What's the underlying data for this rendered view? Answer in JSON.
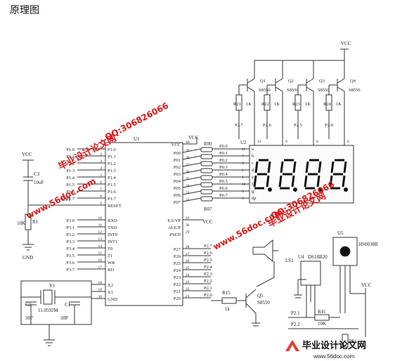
{
  "caption": "原理图",
  "mcu": {
    "ref": "U1",
    "left_pins": [
      {
        "num": "1",
        "name": "P1.0"
      },
      {
        "num": "2",
        "name": "P1.1"
      },
      {
        "num": "3",
        "name": "P1.2"
      },
      {
        "num": "4",
        "name": "P1.3"
      },
      {
        "num": "5",
        "name": "P1.4"
      },
      {
        "num": "6",
        "name": "P1.5"
      },
      {
        "num": "7",
        "name": "P1.6"
      },
      {
        "num": "8",
        "name": "P1.7"
      },
      {
        "num": "9",
        "name": "RESET"
      },
      {
        "num": "10",
        "name": "RXD"
      },
      {
        "num": "11",
        "name": "TXD"
      },
      {
        "num": "12",
        "name": "INT0"
      },
      {
        "num": "13",
        "name": "INT1"
      },
      {
        "num": "14",
        "name": "T0"
      },
      {
        "num": "15",
        "name": "T1"
      },
      {
        "num": "16",
        "name": "WR"
      },
      {
        "num": "17",
        "name": "RD"
      },
      {
        "num": "18",
        "name": "X2"
      },
      {
        "num": "19",
        "name": "X1"
      },
      {
        "num": "20",
        "name": "GND"
      }
    ],
    "right_pins": [
      {
        "num": "40",
        "name": "VCC"
      },
      {
        "num": "39",
        "name": "P00"
      },
      {
        "num": "38",
        "name": "P01"
      },
      {
        "num": "37",
        "name": "P02"
      },
      {
        "num": "36",
        "name": "P03"
      },
      {
        "num": "35",
        "name": "P04"
      },
      {
        "num": "34",
        "name": "P05"
      },
      {
        "num": "33",
        "name": "P06"
      },
      {
        "num": "32",
        "name": "P07"
      },
      {
        "num": "31",
        "name": "EA/VP"
      },
      {
        "num": "30",
        "name": "ALE/P"
      },
      {
        "num": "29",
        "name": "PSEN"
      },
      {
        "num": "28",
        "name": "P27"
      },
      {
        "num": "27",
        "name": "P26"
      },
      {
        "num": "26",
        "name": "P25"
      },
      {
        "num": "25",
        "name": "P24"
      },
      {
        "num": "24",
        "name": "P23"
      },
      {
        "num": "23",
        "name": "P22"
      },
      {
        "num": "22",
        "name": "P21"
      },
      {
        "num": "21",
        "name": "P20"
      }
    ],
    "left_nets": [
      "P1.0",
      "P1.1",
      "P1.2",
      "P1.3",
      "P1.4",
      "P1.5",
      "P1.6",
      "P1.7",
      "RST"
    ],
    "p3_nets": [
      "P3.0",
      "P3.1",
      "P3.2",
      "P3.3",
      "P3.4",
      "P3.5",
      "P3.6",
      "P3.7"
    ],
    "p2_nets": [
      "P2.7",
      "P2.6",
      "P2.5",
      "P2.4",
      "P2.3",
      "P2.2",
      "P2.1",
      "P2.0"
    ],
    "p0_nets": [
      "P0.0",
      "P0.1",
      "P0.2",
      "P0.3",
      "P0.4",
      "P0.5",
      "P0.6",
      "P0.7"
    ]
  },
  "labels": {
    "vcc": "VCC",
    "gnd": "GND",
    "r00": "R00",
    "r07": "R07",
    "u2": "U2",
    "c3": "C3",
    "c3_val": "10uF",
    "r1": "R1",
    "r1_val": "10K",
    "c1": "C1",
    "c2": "C2",
    "cap_val": "30P",
    "crystal": "11.0592M",
    "y1": "Y1",
    "ls1": "LS1",
    "q5": "Q5",
    "q_type": "S8550",
    "r15": "R15",
    "r15_val": "1k",
    "u4": "U4",
    "u4_name": "DS18B20",
    "u5": "U5",
    "u5_name": "HS0038B",
    "r41": "R41",
    "r41_val": "10K",
    "r51": "R51",
    "net_p22": "P2.2",
    "net_p21": "P2.1",
    "transistors": [
      {
        "ref": "Q1",
        "r": "R21",
        "base": "P2.7"
      },
      {
        "ref": "Q2",
        "r": "R22",
        "base": "P2.6"
      },
      {
        "ref": "Q3",
        "r": "R23",
        "base": "P2.5"
      },
      {
        "ref": "Q4",
        "r": "R24",
        "base": "P2.4"
      }
    ],
    "r_val": "1K",
    "seg_letters": [
      "a",
      "b",
      "c",
      "d",
      "e",
      "f",
      "g",
      "dp"
    ],
    "seg_pins": [
      "11",
      "7",
      "4",
      "2",
      "1",
      "10",
      "5",
      "3"
    ],
    "digit_pins": [
      "12",
      "9",
      "8",
      "6"
    ],
    "display_text": "8.8.8.8."
  },
  "watermarks": {
    "w1": "毕业设计论文网",
    "w2": "www.56doc.com",
    "w3": "QQ:306826066",
    "footer_logo": "毕业设计论文网",
    "footer_url": "www.56doc.com"
  }
}
